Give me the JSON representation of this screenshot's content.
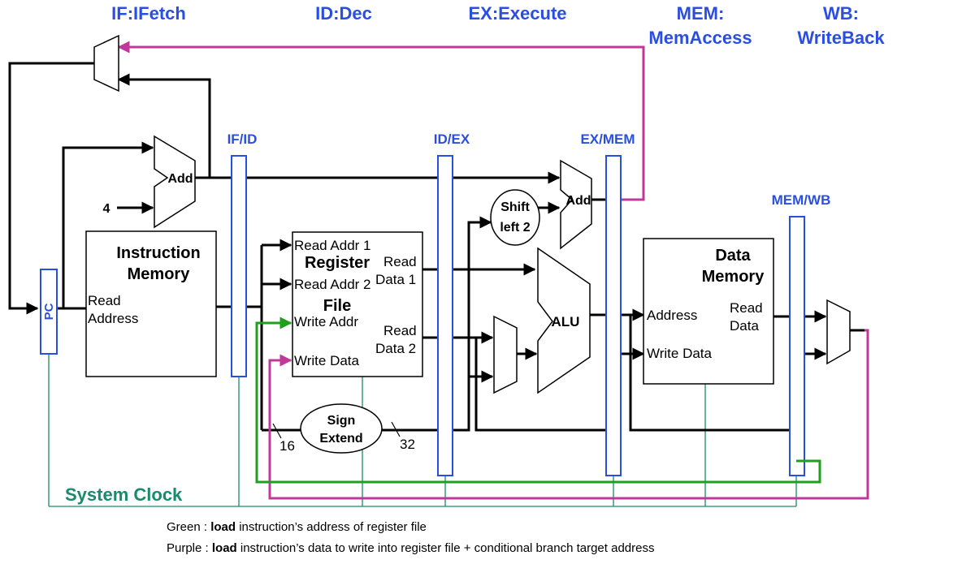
{
  "stages": {
    "ifetch": "IF:IFetch",
    "dec": "ID:Dec",
    "execute": "EX:Execute",
    "mem_line1": "MEM:",
    "mem_line2": "MemAccess",
    "wb_line1": "WB:",
    "wb_line2": "WriteBack"
  },
  "pipeline_registers": {
    "if_id": "IF/ID",
    "id_ex": "ID/EX",
    "ex_mem": "EX/MEM",
    "mem_wb": "MEM/WB"
  },
  "blocks": {
    "pc": "PC",
    "add_pc": "Add",
    "add_branch": "Add",
    "const_four": "4",
    "imem_title_1": "Instruction",
    "imem_title_2": "Memory",
    "imem_read_1": "Read",
    "imem_read_2": "Address",
    "regfile_title_1": "Register",
    "regfile_title_2": "File",
    "read_addr_1": "Read Addr 1",
    "read_addr_2": "Read Addr 2",
    "write_addr": "Write Addr",
    "write_data": "Write Data",
    "read_data_1a": "Read",
    "read_data_1b": "Data 1",
    "read_data_2a": "Read",
    "read_data_2b": "Data 2",
    "shift_1": "Shift",
    "shift_2": "left 2",
    "alu": "ALU",
    "sign_1": "Sign",
    "sign_2": "Extend",
    "width_16": "16",
    "width_32": "32",
    "dmem_title_1": "Data",
    "dmem_title_2": "Memory",
    "dmem_address": "Address",
    "dmem_write_data": "Write Data",
    "dmem_read_1": "Read",
    "dmem_read_2": "Data"
  },
  "clock": "System Clock",
  "legend": {
    "green_prefix": "Green : ",
    "green_bold": "load",
    "green_rest": " instruction’s address of register file",
    "purple_prefix": "Purple : ",
    "purple_bold": "load",
    "purple_rest": " instruction’s data to write into register file + conditional branch target address"
  },
  "colors": {
    "stage_text": "#2a4fe0",
    "pipeline_register": "#2a4fe0",
    "green_path": "#1f9e1f",
    "purple_path": "#c0399a",
    "clock": "#1a8a6a"
  }
}
